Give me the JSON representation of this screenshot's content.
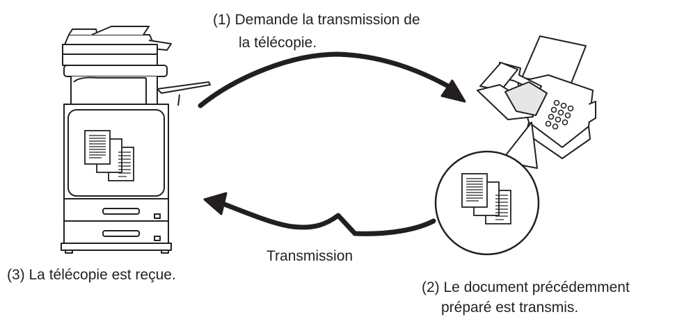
{
  "step1": {
    "line1": "(1)  Demande la transmission de",
    "line2": "la télécopie."
  },
  "step2": {
    "line1": "(2) Le document précédemment",
    "line2": "préparé est transmis."
  },
  "step3": {
    "text": "(3) La télécopie est reçue."
  },
  "transmission_label": "Transmission",
  "colors": {
    "ink": "#231f20",
    "paper": "#ffffff",
    "panel": "#e6e6e6"
  },
  "icons": [
    "multifunction-printer-icon",
    "fax-machine-icon",
    "stored-document-icon",
    "request-arrow-icon",
    "transmission-arrow-icon"
  ]
}
